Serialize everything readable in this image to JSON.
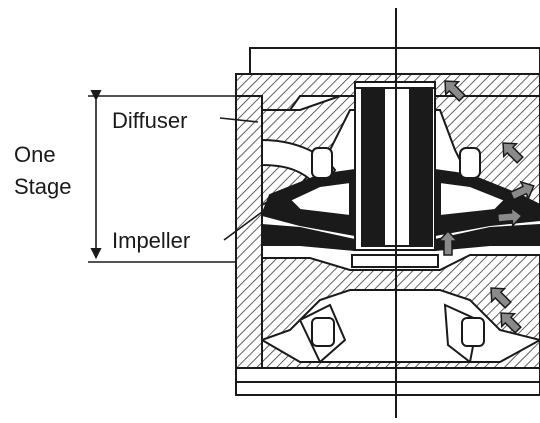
{
  "labels": {
    "diffuser": "Diffuser",
    "one": "One",
    "stage": "Stage",
    "impeller": "Impeller"
  },
  "colors": {
    "ink": "#1a1a1a",
    "hatch": "#3a3a3a",
    "flow_arrow": "#8a8a8a",
    "background": "#ffffff"
  }
}
